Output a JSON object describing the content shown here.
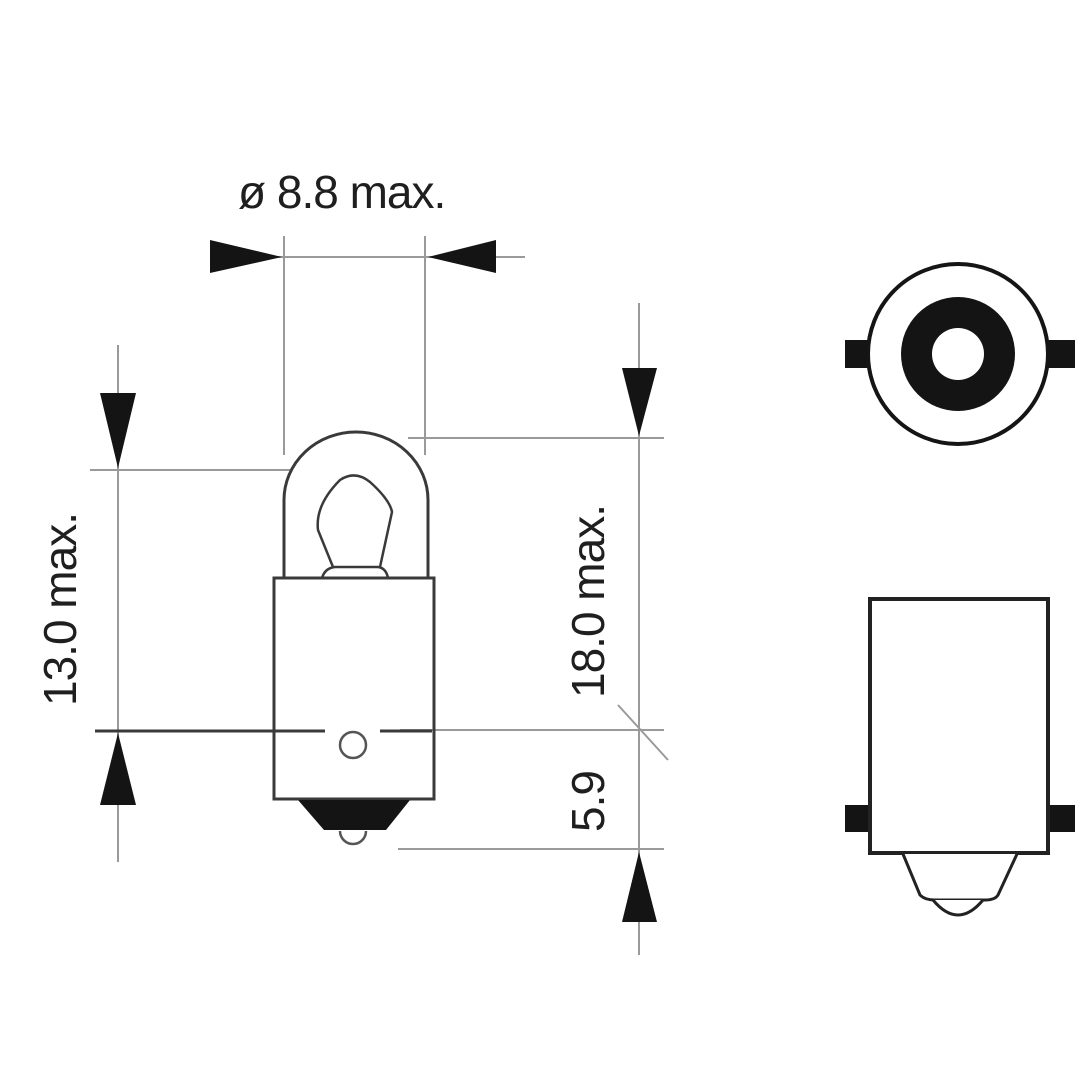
{
  "diagram": {
    "type": "technical-drawing",
    "subject": "miniature bayonet base bulb",
    "colors": {
      "line": "#3a3a3a",
      "dimension_line": "#9a9a9a",
      "fill": "#141414",
      "background": "#ffffff"
    },
    "dimensions": {
      "diameter": {
        "label": "ø 8.8 max."
      },
      "bulb_height": {
        "label": "13.0 max."
      },
      "overall_length": {
        "label": "18.0 max."
      },
      "base_height": {
        "label": "5.9"
      }
    },
    "views": [
      {
        "id": "side-view",
        "label": ""
      },
      {
        "id": "bottom-view",
        "label": ""
      },
      {
        "id": "base-side-view",
        "label": ""
      }
    ]
  }
}
